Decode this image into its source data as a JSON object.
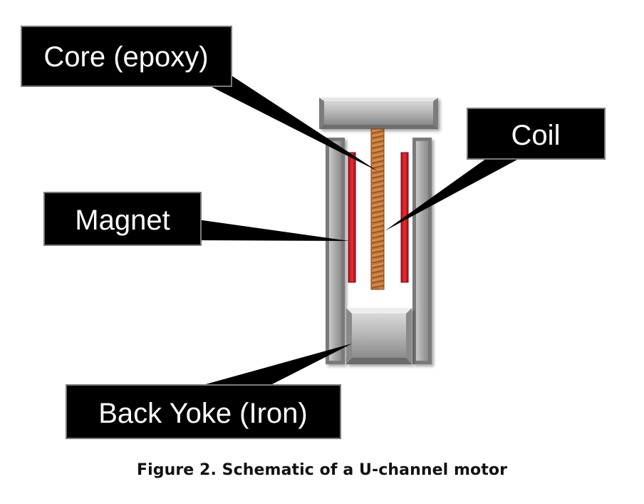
{
  "diagram": {
    "labels": {
      "core": "Core (epoxy)",
      "coil": "Coil",
      "magnet": "Magnet",
      "back_yoke": "Back Yoke (Iron)"
    },
    "caption": "Figure 2. Schematic of a U-channel motor"
  },
  "colors": {
    "callout_box": "#000000",
    "callout_text": "#ffffff",
    "iron": "#9a9a9a",
    "magnet": "#e0202a",
    "coil": "#c87a3a"
  }
}
